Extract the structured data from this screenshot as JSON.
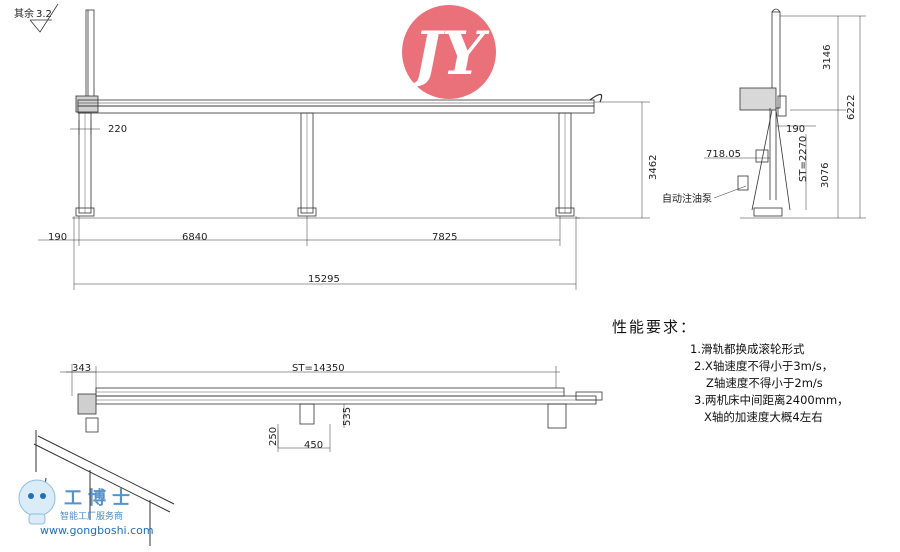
{
  "roughness_note": {
    "label": "其余",
    "value": "3.2"
  },
  "logo": {
    "text": "JY",
    "color": "#e8646e"
  },
  "front_view": {
    "dim_220": "220",
    "dim_190_left": "190",
    "dim_6840": "6840",
    "dim_7825": "7825",
    "dim_15295": "15295",
    "dim_3462": "3462"
  },
  "side_view": {
    "dim_3146": "3146",
    "dim_6222": "6222",
    "dim_190": "190",
    "dim_71805": "718.05",
    "dim_st2270": "ST=2270",
    "dim_3076": "3076",
    "pump_label": "自动注油泵"
  },
  "top_view": {
    "dim_343": "343",
    "dim_st14350": "ST=14350",
    "dim_535": "535",
    "dim_250": "250",
    "dim_450": "450"
  },
  "requirements": {
    "title": "性能要求：",
    "lines": [
      "1.滑轨都换成滚轮形式",
      "2.X轴速度不得小于3m/s，",
      "Z轴速度不得小于2m/s",
      "3.两机床中间距离2400mm，",
      "X轴的加速度大概4左右"
    ]
  },
  "watermark": {
    "name": "工博士",
    "subtitle": "智能工厂服务商",
    "url": "www.gongboshi.com",
    "color": "#1f6fb8"
  },
  "colors": {
    "line": "#333333",
    "accent": "#e8646e",
    "brand": "#1f6fb8"
  }
}
